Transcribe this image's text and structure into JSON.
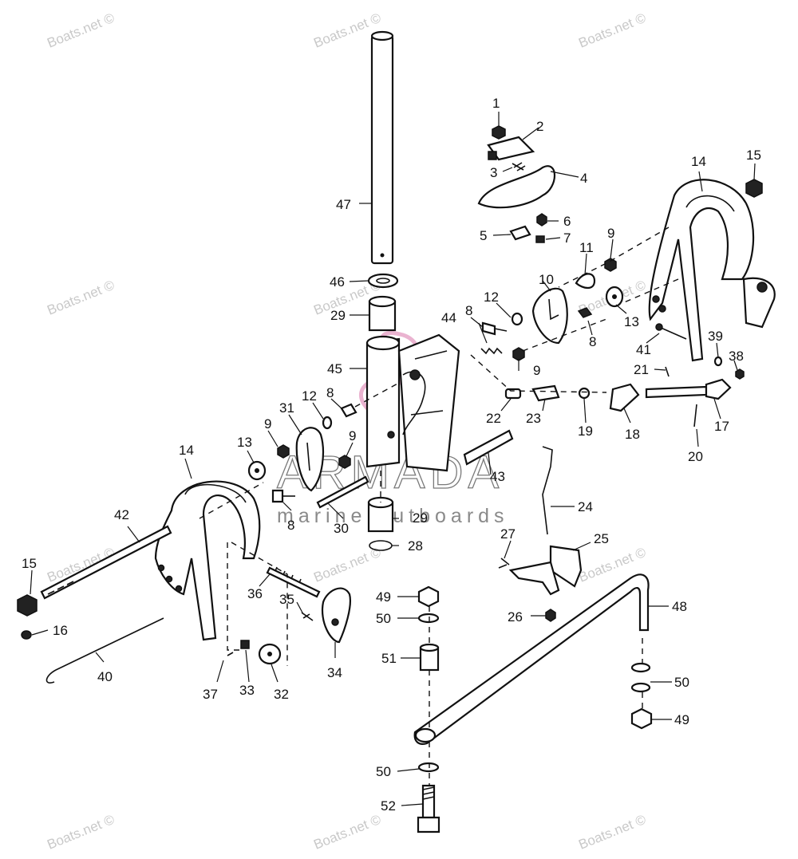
{
  "watermark": {
    "text": "Boats.net ©"
  },
  "logo": {
    "brand": "ARMADA",
    "tagline": "marine outboards"
  },
  "callouts": [
    "1",
    "2",
    "3",
    "4",
    "5",
    "6",
    "7",
    "8",
    "9",
    "10",
    "11",
    "12",
    "13",
    "14",
    "15",
    "16",
    "17",
    "18",
    "19",
    "20",
    "21",
    "22",
    "23",
    "24",
    "25",
    "26",
    "27",
    "28",
    "29",
    "30",
    "31",
    "32",
    "33",
    "34",
    "35",
    "36",
    "37",
    "38",
    "39",
    "40",
    "41",
    "42",
    "43",
    "44",
    "45",
    "46",
    "47",
    "48",
    "49",
    "50",
    "51",
    "52"
  ],
  "colors": {
    "ink": "#111111",
    "watermark": "#c9c9c9",
    "logo": "#7a7a7a",
    "logo_accent": "#e7a6c8"
  }
}
